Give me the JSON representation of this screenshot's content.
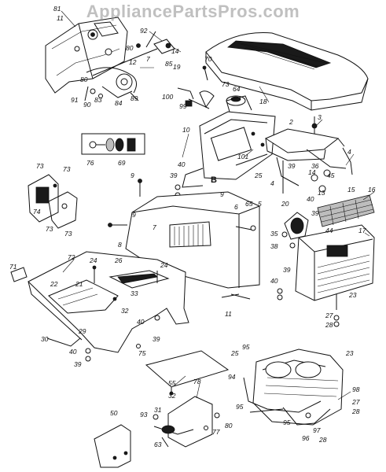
{
  "watermark": "AppliancePartsPros.com",
  "callouts": [
    {
      "id": "c81",
      "text": "81"
    },
    {
      "id": "c11",
      "text": "11"
    },
    {
      "id": "c92",
      "text": "92"
    },
    {
      "id": "c14",
      "text": "14"
    },
    {
      "id": "c80a",
      "text": "80"
    },
    {
      "id": "c7a",
      "text": "7"
    },
    {
      "id": "c12",
      "text": "12"
    },
    {
      "id": "c85",
      "text": "85"
    },
    {
      "id": "c80b",
      "text": "80"
    },
    {
      "id": "c91",
      "text": "91"
    },
    {
      "id": "c90",
      "text": "90"
    },
    {
      "id": "c83",
      "text": "83"
    },
    {
      "id": "c84",
      "text": "84"
    },
    {
      "id": "c89",
      "text": "89"
    },
    {
      "id": "c70",
      "text": "70"
    },
    {
      "id": "c19",
      "text": "19"
    },
    {
      "id": "c73a",
      "text": "73"
    },
    {
      "id": "c100",
      "text": "100"
    },
    {
      "id": "c64",
      "text": "64"
    },
    {
      "id": "c99",
      "text": "99"
    },
    {
      "id": "c18",
      "text": "18"
    },
    {
      "id": "c3",
      "text": "3"
    },
    {
      "id": "c2",
      "text": "2"
    },
    {
      "id": "c10",
      "text": "10"
    },
    {
      "id": "c76",
      "text": "76"
    },
    {
      "id": "c69",
      "text": "69"
    },
    {
      "id": "c101",
      "text": "101"
    },
    {
      "id": "c39a",
      "text": "39"
    },
    {
      "id": "c4a",
      "text": "4"
    },
    {
      "id": "c25a",
      "text": "25"
    },
    {
      "id": "c14b",
      "text": "14"
    },
    {
      "id": "c36",
      "text": "36"
    },
    {
      "id": "c45",
      "text": "45"
    },
    {
      "id": "c4b",
      "text": "4"
    },
    {
      "id": "c13",
      "text": "13"
    },
    {
      "id": "c73b",
      "text": "73"
    },
    {
      "id": "c73c",
      "text": "73"
    },
    {
      "id": "c9a",
      "text": "9"
    },
    {
      "id": "c40a",
      "text": "40"
    },
    {
      "id": "c39b",
      "text": "39"
    },
    {
      "id": "cB",
      "text": "B"
    },
    {
      "id": "c9b",
      "text": "9"
    },
    {
      "id": "c74",
      "text": "74"
    },
    {
      "id": "c73d",
      "text": "73"
    },
    {
      "id": "c73e",
      "text": "73"
    },
    {
      "id": "c40b",
      "text": "40"
    },
    {
      "id": "c15",
      "text": "15"
    },
    {
      "id": "c16",
      "text": "16"
    },
    {
      "id": "c65",
      "text": "65"
    },
    {
      "id": "c6",
      "text": "6"
    },
    {
      "id": "c5",
      "text": "5"
    },
    {
      "id": "c20",
      "text": "20"
    },
    {
      "id": "c39c",
      "text": "39"
    },
    {
      "id": "c9c",
      "text": "9"
    },
    {
      "id": "c7b",
      "text": "7"
    },
    {
      "id": "c35",
      "text": "35"
    },
    {
      "id": "c44",
      "text": "44"
    },
    {
      "id": "c17",
      "text": "17"
    },
    {
      "id": "c8",
      "text": "8"
    },
    {
      "id": "c38",
      "text": "38"
    },
    {
      "id": "c72",
      "text": "72"
    },
    {
      "id": "c71",
      "text": "71"
    },
    {
      "id": "c24a",
      "text": "24"
    },
    {
      "id": "c26",
      "text": "26"
    },
    {
      "id": "c24b",
      "text": "24"
    },
    {
      "id": "c39d",
      "text": "39"
    },
    {
      "id": "c40c",
      "text": "40"
    },
    {
      "id": "c22",
      "text": "22"
    },
    {
      "id": "c21",
      "text": "21"
    },
    {
      "id": "c33",
      "text": "33"
    },
    {
      "id": "c32a",
      "text": "32"
    },
    {
      "id": "c23a",
      "text": "23"
    },
    {
      "id": "c11b",
      "text": "11"
    },
    {
      "id": "c40d",
      "text": "40"
    },
    {
      "id": "c39e",
      "text": "39"
    },
    {
      "id": "c27a",
      "text": "27"
    },
    {
      "id": "c28a",
      "text": "28"
    },
    {
      "id": "c29",
      "text": "29"
    },
    {
      "id": "c30",
      "text": "30"
    },
    {
      "id": "c40e",
      "text": "40"
    },
    {
      "id": "c39f",
      "text": "39"
    },
    {
      "id": "c75",
      "text": "75"
    },
    {
      "id": "c25b",
      "text": "25"
    },
    {
      "id": "c95a",
      "text": "95"
    },
    {
      "id": "c94",
      "text": "94"
    },
    {
      "id": "c23b",
      "text": "23"
    },
    {
      "id": "c55",
      "text": "55"
    },
    {
      "id": "c78",
      "text": "78"
    },
    {
      "id": "c32b",
      "text": "32"
    },
    {
      "id": "c98",
      "text": "98"
    },
    {
      "id": "c95b",
      "text": "95"
    },
    {
      "id": "c27b",
      "text": "27"
    },
    {
      "id": "c28b",
      "text": "28"
    },
    {
      "id": "c50",
      "text": "50"
    },
    {
      "id": "c93",
      "text": "93"
    },
    {
      "id": "c31",
      "text": "31"
    },
    {
      "id": "c80c",
      "text": "80"
    },
    {
      "id": "c77",
      "text": "77"
    },
    {
      "id": "c95c",
      "text": "95"
    },
    {
      "id": "c96",
      "text": "96"
    },
    {
      "id": "c97",
      "text": "97"
    },
    {
      "id": "c28c",
      "text": "28"
    },
    {
      "id": "c63",
      "text": "63"
    }
  ]
}
